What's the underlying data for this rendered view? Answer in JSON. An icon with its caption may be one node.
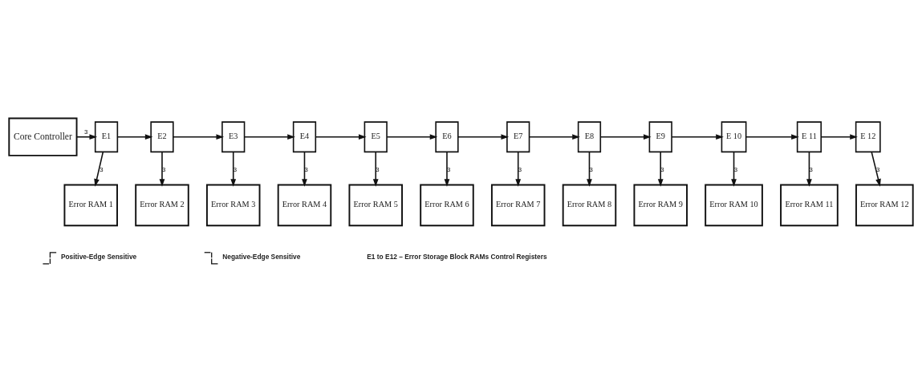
{
  "diagram": {
    "nodes": [
      {
        "text": [
          "Core Controller"
        ]
      },
      {
        "text": [
          "E1"
        ]
      },
      {
        "text": [
          "E2"
        ]
      },
      {
        "text": [
          "E3"
        ]
      },
      {
        "text": [
          "E4"
        ]
      },
      {
        "text": [
          "E5"
        ]
      },
      {
        "text": [
          "E6"
        ]
      },
      {
        "text": [
          "E7"
        ]
      },
      {
        "text": [
          "E8"
        ]
      },
      {
        "text": [
          "E9"
        ]
      },
      {
        "text": [
          "E 10"
        ]
      },
      {
        "text": [
          "E 11"
        ]
      },
      {
        "text": [
          "E 12"
        ]
      },
      {
        "text": [
          "Error RAM 1"
        ]
      },
      {
        "text": [
          "Error RAM 2"
        ]
      },
      {
        "text": [
          "Error RAM 3"
        ]
      },
      {
        "text": [
          "Error RAM 4"
        ]
      },
      {
        "text": [
          "Error RAM 5"
        ]
      },
      {
        "text": [
          "Error RAM 6"
        ]
      },
      {
        "text": [
          "Error RAM 7"
        ]
      },
      {
        "text": [
          "Error RAM 8"
        ]
      },
      {
        "text": [
          "Error RAM 9"
        ]
      },
      {
        "text": [
          "Error RAM 10"
        ]
      },
      {
        "text": [
          "Error RAM 11"
        ]
      },
      {
        "text": [
          "Error RAM 12"
        ]
      }
    ],
    "edges": [
      {
        "from": 0,
        "to": 1,
        "arrow": "to",
        "label": "3"
      },
      {
        "from": 1,
        "to": 2,
        "arrow": "to"
      },
      {
        "from": 2,
        "to": 3,
        "arrow": "to"
      },
      {
        "from": 3,
        "to": 4,
        "arrow": "to"
      },
      {
        "from": 4,
        "to": 5,
        "arrow": "to"
      },
      {
        "from": 5,
        "to": 6,
        "arrow": "to"
      },
      {
        "from": 6,
        "to": 7,
        "arrow": "to"
      },
      {
        "from": 7,
        "to": 8,
        "arrow": "to"
      },
      {
        "from": 8,
        "to": 9,
        "arrow": "to"
      },
      {
        "from": 9,
        "to": 10,
        "arrow": "to"
      },
      {
        "from": 10,
        "to": 11,
        "arrow": "to"
      },
      {
        "from": 11,
        "to": 12,
        "arrow": "to"
      },
      {
        "from": 1,
        "to": 13,
        "arrow": "to",
        "label": "3"
      },
      {
        "from": 2,
        "to": 14,
        "arrow": "to",
        "label": "3"
      },
      {
        "from": 3,
        "to": 15,
        "arrow": "to",
        "label": "3"
      },
      {
        "from": 4,
        "to": 16,
        "arrow": "to",
        "label": "3"
      },
      {
        "from": 5,
        "to": 17,
        "arrow": "to",
        "label": "3"
      },
      {
        "from": 6,
        "to": 18,
        "arrow": "to",
        "label": "3"
      },
      {
        "from": 7,
        "to": 19,
        "arrow": "to",
        "label": "3"
      },
      {
        "from": 8,
        "to": 20,
        "arrow": "to",
        "label": "3"
      },
      {
        "from": 9,
        "to": 21,
        "arrow": "to",
        "label": "3"
      },
      {
        "from": 10,
        "to": 22,
        "arrow": "to",
        "label": "3"
      },
      {
        "from": 11,
        "to": 23,
        "arrow": "to",
        "label": "3"
      },
      {
        "from": 12,
        "to": 24,
        "arrow": "to",
        "label": "3"
      }
    ],
    "labels": [
      "E1 to E12 – Error Storage Block RAMs Control Registers"
    ],
    "legend": [
      {
        "text": "Positive-Edge Sensitive"
      },
      {
        "text": "Negative-Edge Sensitive"
      }
    ]
  }
}
